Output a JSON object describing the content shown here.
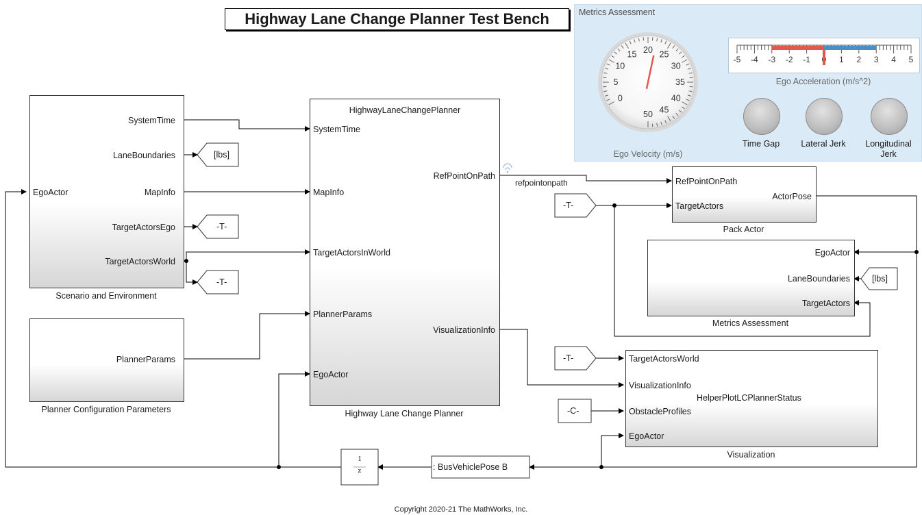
{
  "title": "Highway Lane Change Planner Test Bench",
  "copyright": "Copyright 2020-21 The MathWorks, Inc.",
  "scenario_block": {
    "caption": "Scenario and Environment",
    "input": "EgoActor",
    "outputs": [
      "SystemTime",
      "LaneBoundaries",
      "MapInfo",
      "TargetActorsEgo",
      "TargetActorsWorld"
    ]
  },
  "planner_config_block": {
    "caption": "Planner Configuration Parameters",
    "output": "PlannerParams"
  },
  "planner_block": {
    "header": "HighwayLaneChangePlanner",
    "caption": "Highway Lane Change Planner",
    "inputs": [
      "SystemTime",
      "MapInfo",
      "TargetActorsInWorld",
      "PlannerParams",
      "EgoActor"
    ],
    "outputs": [
      "RefPointOnPath",
      "VisualizationInfo"
    ]
  },
  "pack_actor_block": {
    "caption": "Pack Actor",
    "inputs": [
      "RefPointOnPath",
      "TargetActors"
    ],
    "output": "ActorPose"
  },
  "metrics_block": {
    "caption": "Metrics Assessment",
    "inputs": [
      "EgoActor",
      "LaneBoundaries",
      "TargetActors"
    ]
  },
  "visualization_block": {
    "caption": "Visualization",
    "header": "HelperPlotLCPlannerStatus",
    "inputs": [
      "TargetActorsWorld",
      "VisualizationInfo",
      "ObstacleProfiles",
      "EgoActor"
    ]
  },
  "tags": {
    "lbs": "[lbs]",
    "t": "-T-",
    "c": "-C-"
  },
  "wire_label_refpoint": "refpointonpath",
  "bus_block": ": BusVehiclePose B",
  "delay_block": {
    "num": "1",
    "den": "z"
  },
  "dashboard": {
    "title": "Metrics Assessment",
    "velocity_label": "Ego Velocity (m/s)",
    "velocity_ticks": [
      "0",
      "5",
      "10",
      "15",
      "20",
      "25",
      "30",
      "35",
      "40",
      "45",
      "50"
    ],
    "velocity_value": 22,
    "accel_label": "Ego Acceleration (m/s^2)",
    "accel_ticks": [
      "-5",
      "-4",
      "-3",
      "-2",
      "-1",
      "0",
      "1",
      "2",
      "3",
      "4",
      "5"
    ],
    "accel_value": 0,
    "lamps": [
      "Time Gap",
      "Lateral Jerk",
      "Longitudinal Jerk"
    ],
    "colors": {
      "red_band": "#e05a4a",
      "blue_band": "#4a90c8",
      "needle": "#e05a4a",
      "panel": "#dbeaf7"
    }
  }
}
